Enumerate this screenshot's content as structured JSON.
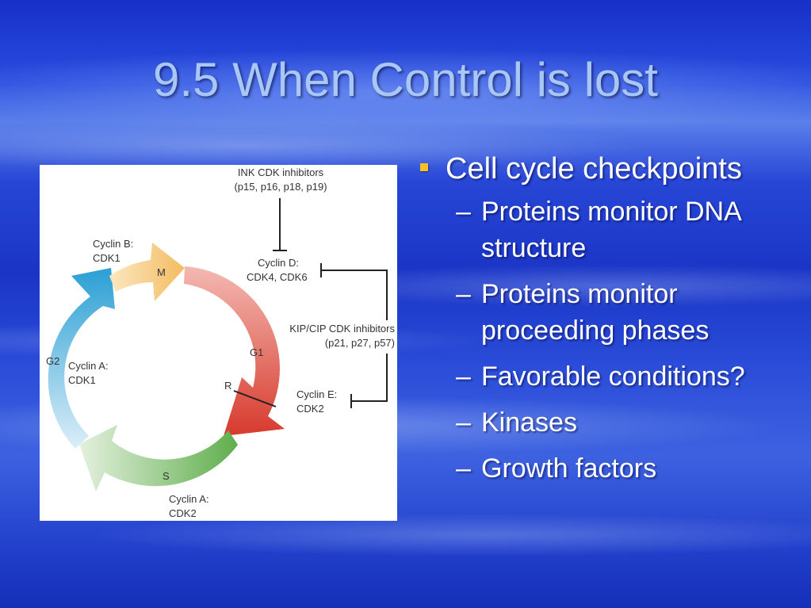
{
  "slide": {
    "title": "9.5 When Control is lost"
  },
  "diagram": {
    "ink_label_1": "INK CDK inhibitors",
    "ink_label_2": "(p15, p16, p18, p19)",
    "cyclin_b_1": "Cyclin B:",
    "cyclin_b_2": "CDK1",
    "phase_m": "M",
    "cyclin_d_1": "Cyclin D:",
    "cyclin_d_2": "CDK4, CDK6",
    "kip_label_1": "KIP/CIP CDK inhibitors",
    "kip_label_2": "(p21, p27, p57)",
    "phase_g1": "G1",
    "phase_g2": "G2",
    "cyclin_a1_1": "Cyclin A:",
    "cyclin_a1_2": "CDK1",
    "restriction": "R",
    "cyclin_e_1": "Cyclin E:",
    "cyclin_e_2": "CDK2",
    "phase_s": "S",
    "cyclin_a2_1": "Cyclin A:",
    "cyclin_a2_2": "CDK2"
  },
  "bullets": {
    "main": "Cell cycle checkpoints",
    "sub": [
      "Proteins monitor DNA structure",
      "Proteins monitor proceeding phases",
      "Favorable conditions?",
      "Kinases",
      "Growth factors"
    ],
    "dash": "–"
  },
  "colors": {
    "bullet_marker": "#f3c21e",
    "title_text": "#a9c7f4"
  }
}
